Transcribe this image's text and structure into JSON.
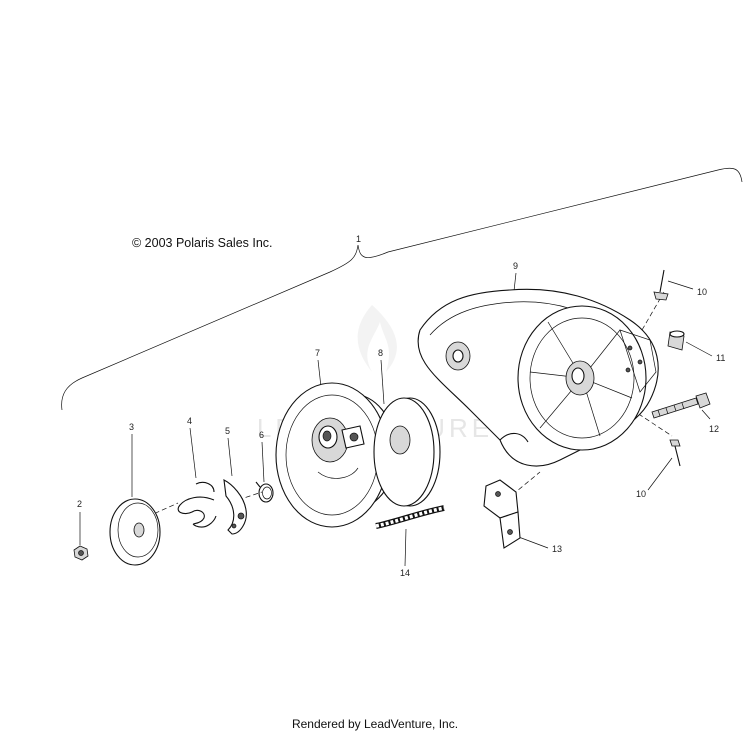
{
  "copyright": "© 2003 Polaris Sales Inc.",
  "footer": "Rendered by LeadVenture, Inc.",
  "watermark": "LEADVENTURE",
  "callouts": {
    "c1": "1",
    "c2": "2",
    "c3": "3",
    "c4": "4",
    "c5": "5",
    "c6": "6",
    "c7": "7",
    "c8": "8",
    "c9": "9",
    "c10a": "10",
    "c10b": "10",
    "c11": "11",
    "c12": "12",
    "c13": "13",
    "c14": "14"
  },
  "colors": {
    "line": "#111111",
    "watermark": "#e6e6e6"
  }
}
